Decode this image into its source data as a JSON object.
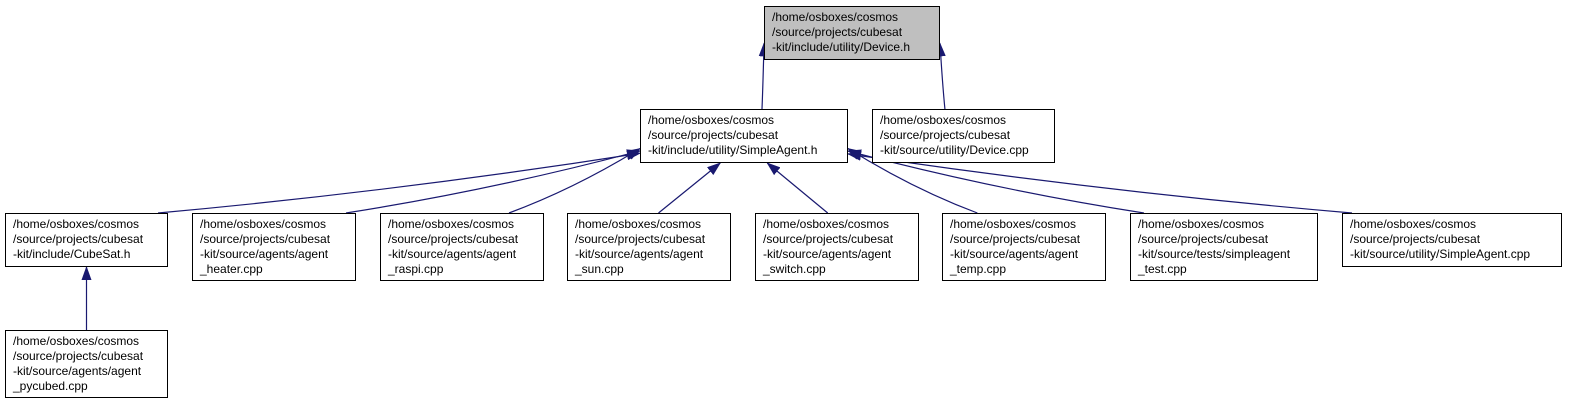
{
  "colors": {
    "edge": "#191970",
    "focus_fill": "#bfbfbf",
    "node_border": "#000000"
  },
  "nodes": [
    {
      "id": "device_h",
      "focus": true,
      "lines": [
        "/home/osboxes/cosmos",
        "/source/projects/cubesat",
        "-kit/include/utility/Device.h"
      ]
    },
    {
      "id": "simpleagent_h",
      "lines": [
        "/home/osboxes/cosmos",
        "/source/projects/cubesat",
        "-kit/include/utility/SimpleAgent.h"
      ]
    },
    {
      "id": "device_cpp",
      "lines": [
        "/home/osboxes/cosmos",
        "/source/projects/cubesat",
        "-kit/source/utility/Device.cpp"
      ]
    },
    {
      "id": "cubesat_h",
      "lines": [
        "/home/osboxes/cosmos",
        "/source/projects/cubesat",
        "-kit/include/CubeSat.h"
      ]
    },
    {
      "id": "agent_heater",
      "lines": [
        "/home/osboxes/cosmos",
        "/source/projects/cubesat",
        "-kit/source/agents/agent",
        "_heater.cpp"
      ]
    },
    {
      "id": "agent_raspi",
      "lines": [
        "/home/osboxes/cosmos",
        "/source/projects/cubesat",
        "-kit/source/agents/agent",
        "_raspi.cpp"
      ]
    },
    {
      "id": "agent_sun",
      "lines": [
        "/home/osboxes/cosmos",
        "/source/projects/cubesat",
        "-kit/source/agents/agent",
        "_sun.cpp"
      ]
    },
    {
      "id": "agent_switch",
      "lines": [
        "/home/osboxes/cosmos",
        "/source/projects/cubesat",
        "-kit/source/agents/agent",
        "_switch.cpp"
      ]
    },
    {
      "id": "agent_temp",
      "lines": [
        "/home/osboxes/cosmos",
        "/source/projects/cubesat",
        "-kit/source/agents/agent",
        "_temp.cpp"
      ]
    },
    {
      "id": "simpleagent_test",
      "lines": [
        "/home/osboxes/cosmos",
        "/source/projects/cubesat",
        "-kit/source/tests/simpleagent",
        "_test.cpp"
      ]
    },
    {
      "id": "simpleagent_cpp",
      "lines": [
        "/home/osboxes/cosmos",
        "/source/projects/cubesat",
        "-kit/source/utility/SimpleAgent.cpp"
      ]
    },
    {
      "id": "agent_pycubed",
      "lines": [
        "/home/osboxes/cosmos",
        "/source/projects/cubesat",
        "-kit/source/agents/agent",
        "_pycubed.cpp"
      ]
    }
  ],
  "edges": [
    {
      "from": "simpleagent_h",
      "to": "device_h"
    },
    {
      "from": "device_cpp",
      "to": "device_h"
    },
    {
      "from": "cubesat_h",
      "to": "simpleagent_h"
    },
    {
      "from": "agent_heater",
      "to": "simpleagent_h"
    },
    {
      "from": "agent_raspi",
      "to": "simpleagent_h"
    },
    {
      "from": "agent_sun",
      "to": "simpleagent_h"
    },
    {
      "from": "agent_switch",
      "to": "simpleagent_h"
    },
    {
      "from": "agent_temp",
      "to": "simpleagent_h"
    },
    {
      "from": "simpleagent_test",
      "to": "simpleagent_h"
    },
    {
      "from": "simpleagent_cpp",
      "to": "simpleagent_h"
    },
    {
      "from": "agent_pycubed",
      "to": "cubesat_h"
    }
  ]
}
